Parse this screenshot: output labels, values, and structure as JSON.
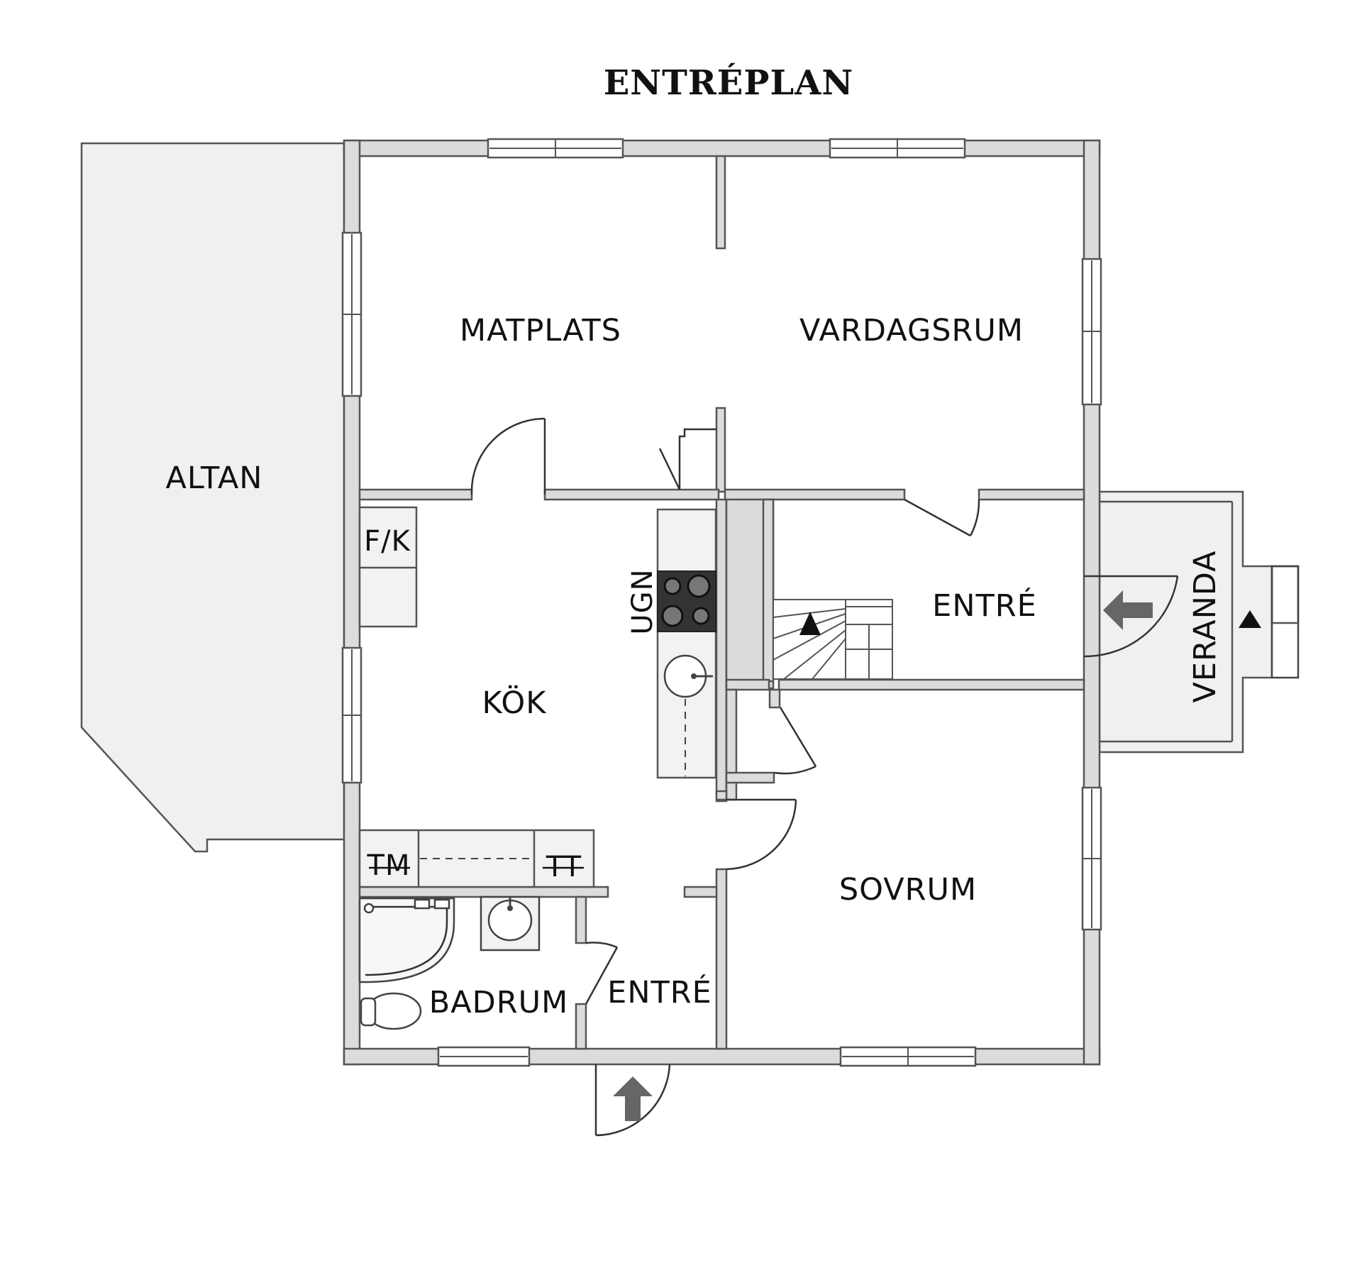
{
  "title": "ENTRÉPLAN",
  "rooms": {
    "matplats": "MATPLATS",
    "vardagsrum": "VARDAGSRUM",
    "altan": "ALTAN",
    "kok": "KÖK",
    "entre_upper": "ENTRÉ",
    "veranda": "VERANDA",
    "sovrum": "SOVRUM",
    "badrum": "BADRUM",
    "entre_lower": "ENTRÉ"
  },
  "fixtures": {
    "fridge_freezer": "F/K",
    "oven": "UGN",
    "washer": "TM",
    "dryer": "TT"
  }
}
